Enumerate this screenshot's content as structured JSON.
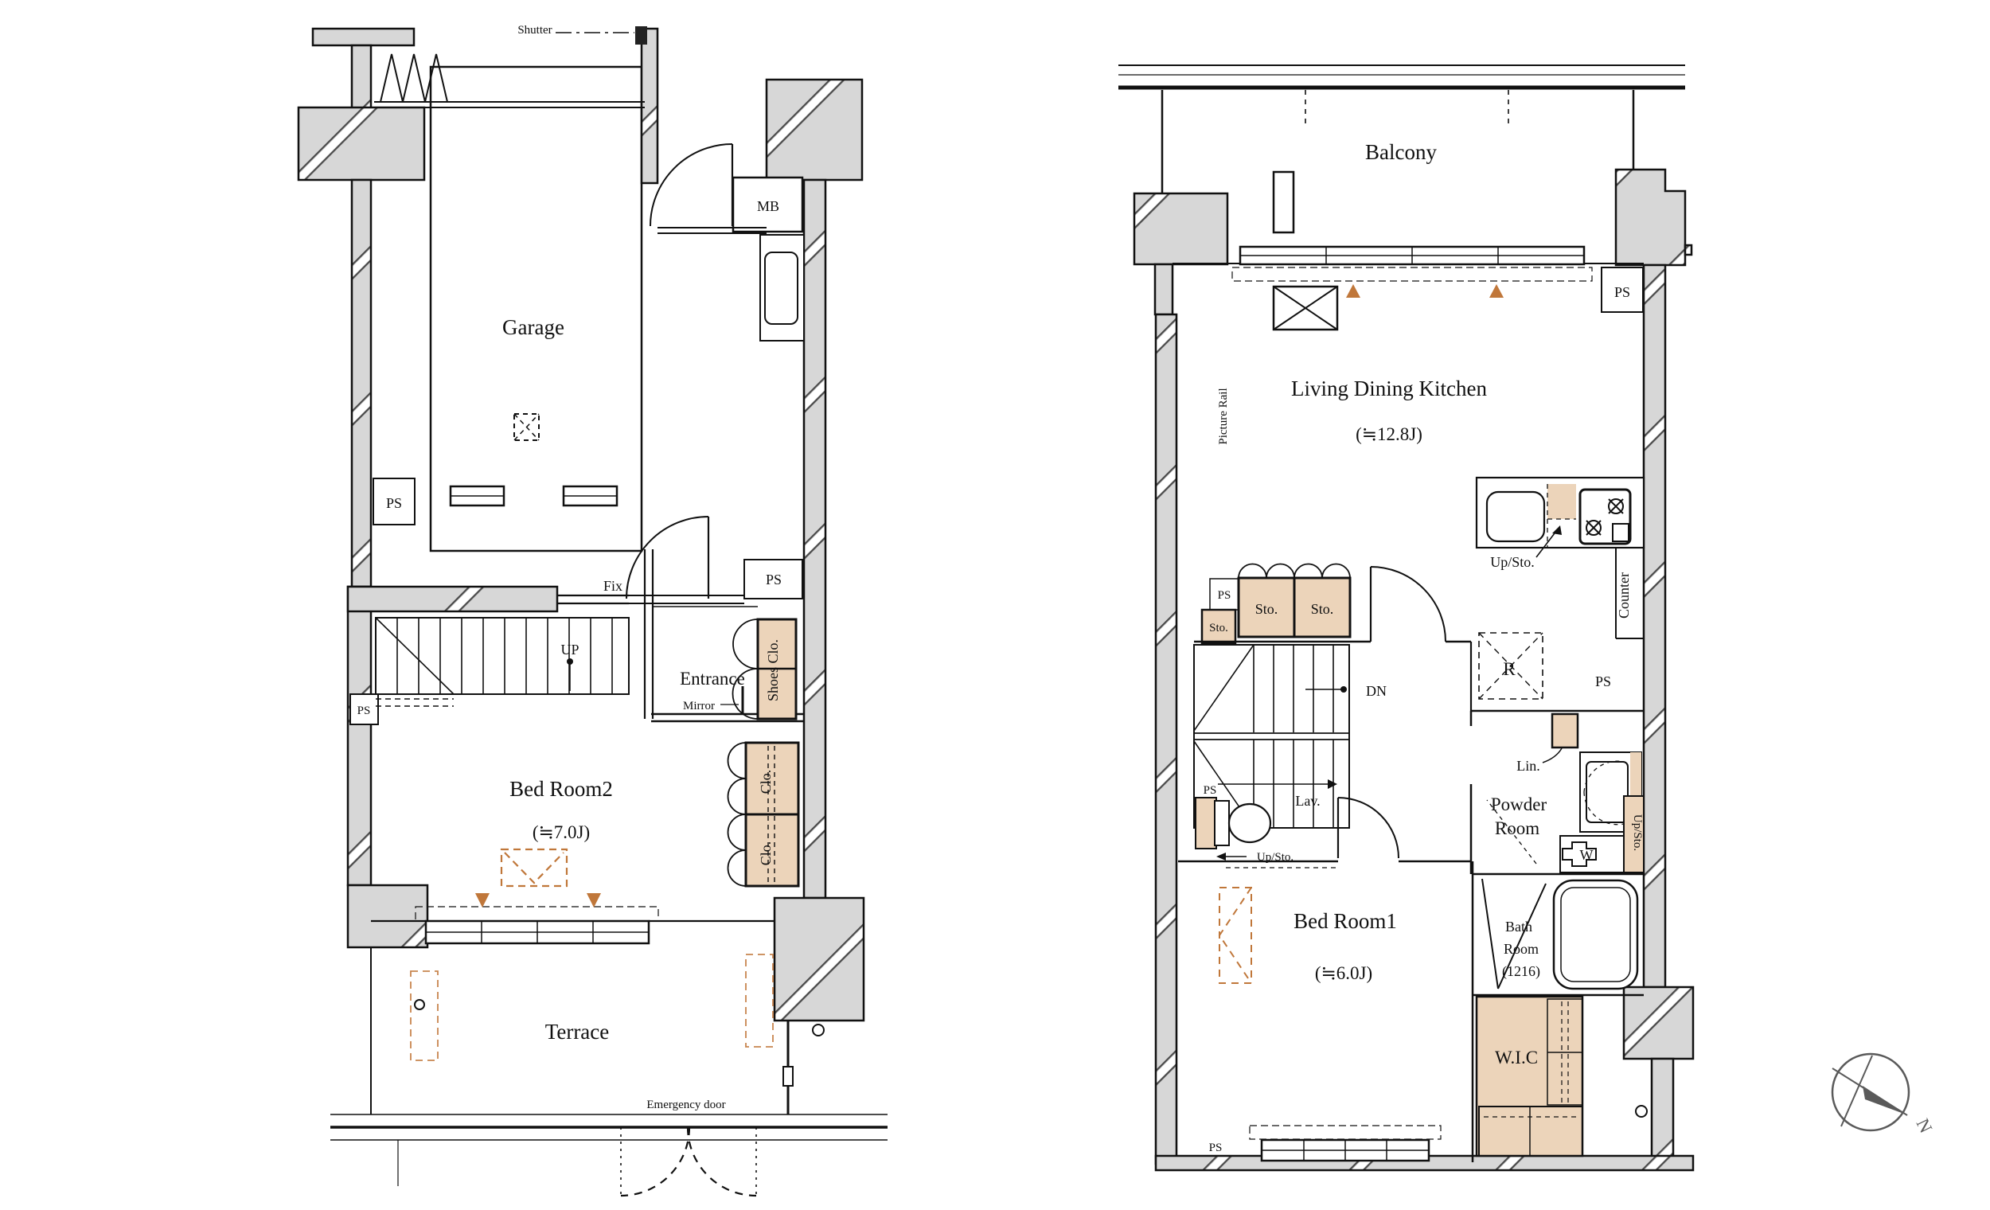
{
  "floor1": {
    "labels": {
      "shutter": "Shutter",
      "garage": "Garage",
      "mb": "MB",
      "ps": "PS",
      "fix": "Fix",
      "up": "UP",
      "entrance": "Entrance",
      "mirror": "Mirror",
      "shoes_closet": "Shoes Clo.",
      "bedroom2": "Bed Room2",
      "bedroom2_size": "(≒7.0J)",
      "closet": "Clo.",
      "terrace": "Terrace",
      "emergency_door": "Emergency door"
    }
  },
  "floor2": {
    "labels": {
      "balcony": "Balcony",
      "ps": "PS",
      "picture_rail": "Picture Rail",
      "ldk": "Living Dining Kitchen",
      "ldk_size": "(≒12.8J)",
      "up_sto": "Up/Sto.",
      "counter": "Counter",
      "storage": "Sto.",
      "down": "DN",
      "refrigerator": "R",
      "linen": "Lin.",
      "powder_line1": "Powder",
      "powder_line2": "Room",
      "lavatory": "Lav.",
      "washer": "W",
      "bedroom1": "Bed Room1",
      "bedroom1_size": "(≒6.0J)",
      "bath_line1": "Bath",
      "bath_line2": "Room",
      "bath_line3": "(1216)",
      "wic": "W.I.C"
    }
  },
  "compass": {
    "north": "N"
  },
  "colors": {
    "wall_gray": "#d7d7d7",
    "fixture_tan": "#ecd4ba",
    "accent_orange": "#c0773a",
    "line": "#111111",
    "compass_gray": "#5a5a5a"
  }
}
